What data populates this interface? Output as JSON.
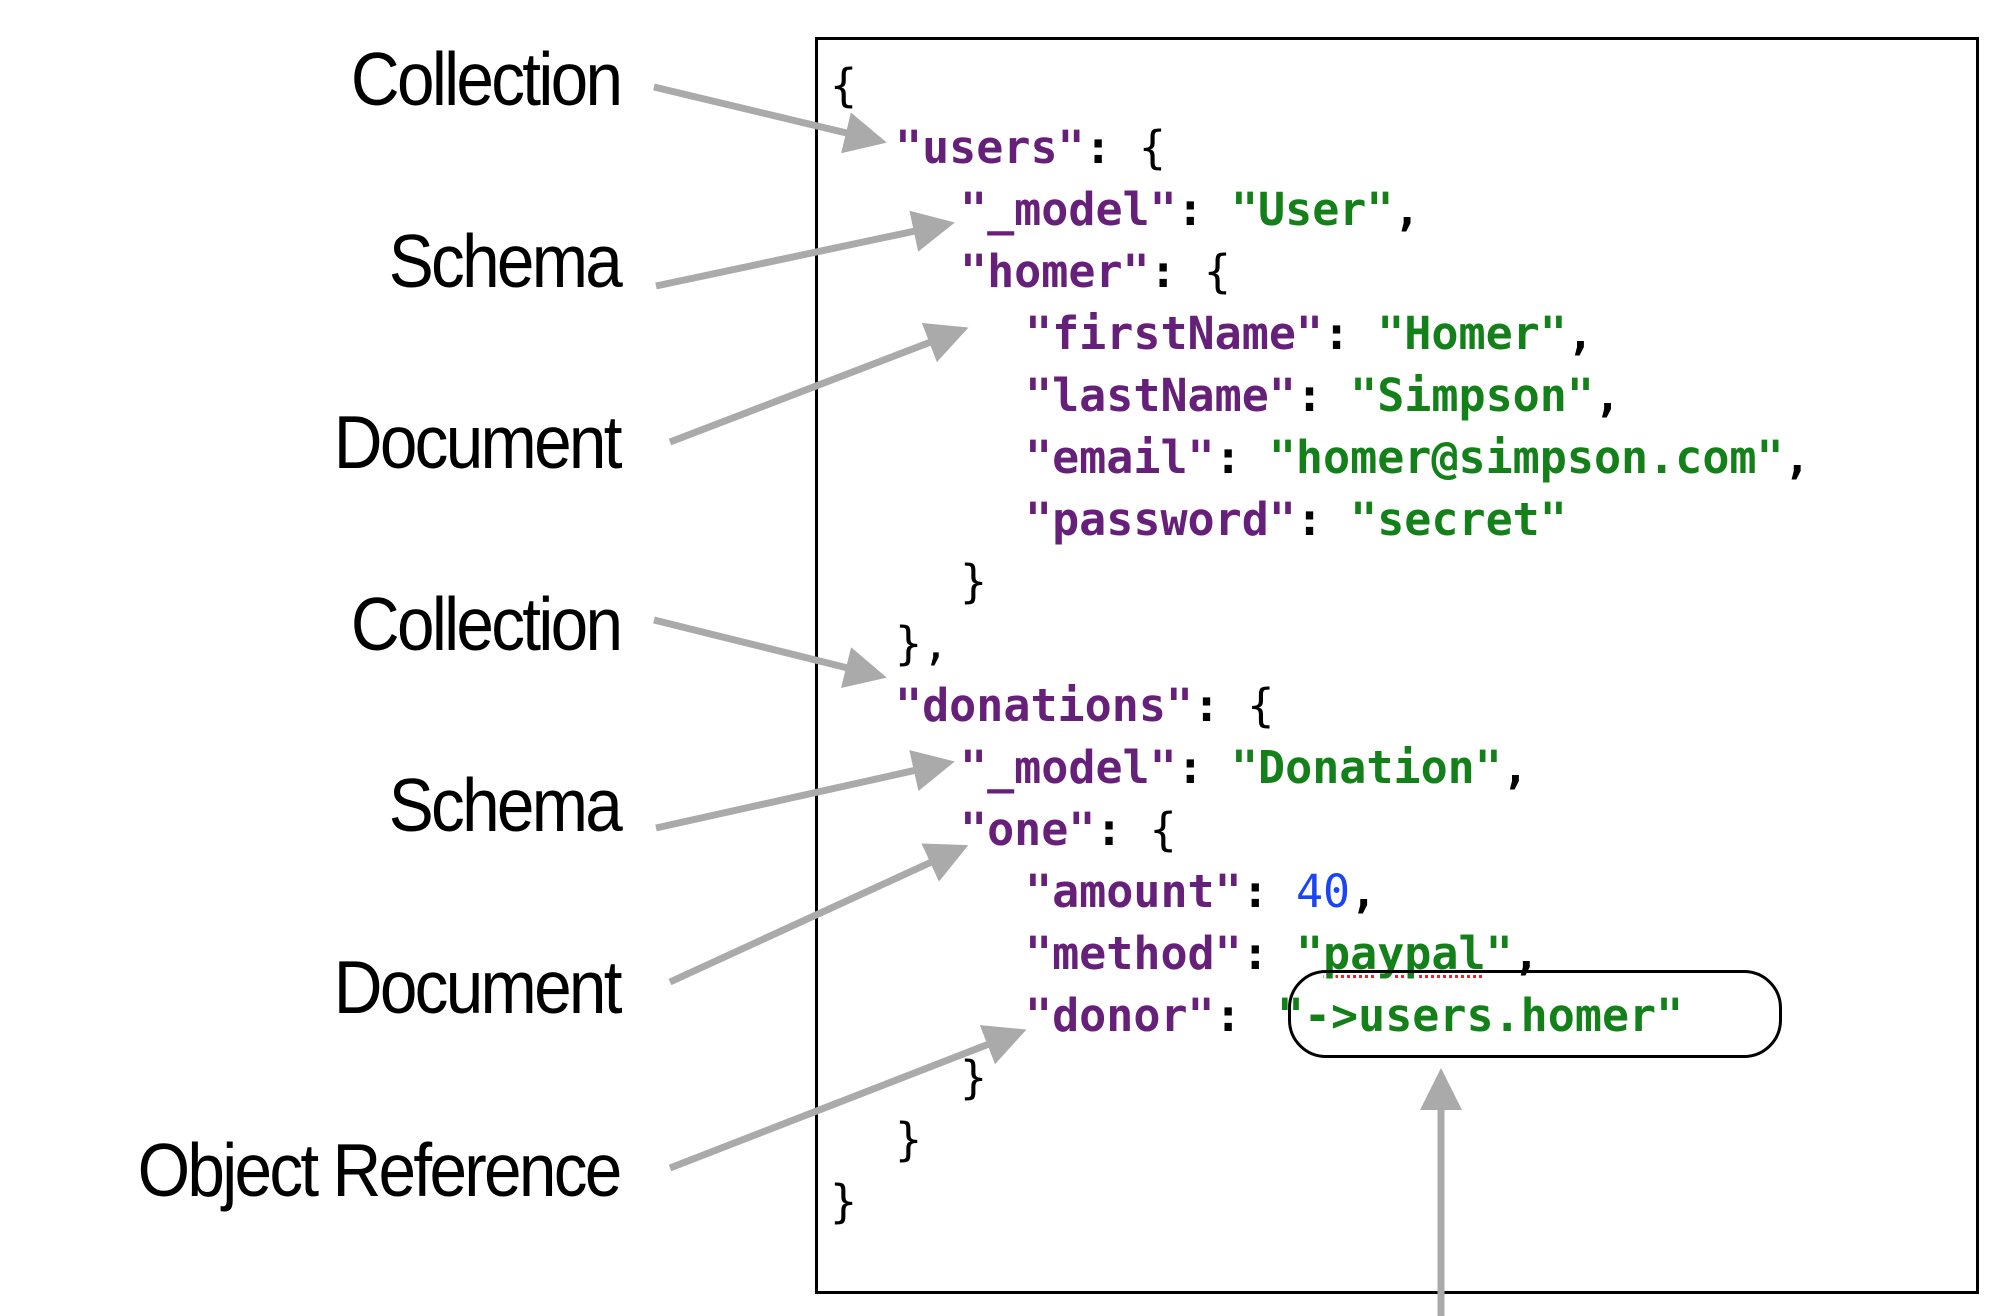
{
  "labels": [
    {
      "id": "collection-users",
      "text": "Collection"
    },
    {
      "id": "schema-user",
      "text": "Schema"
    },
    {
      "id": "document-homer",
      "text": "Document"
    },
    {
      "id": "collection-donations",
      "text": "Collection"
    },
    {
      "id": "schema-donation",
      "text": "Schema"
    },
    {
      "id": "document-one",
      "text": "Document"
    },
    {
      "id": "object-reference",
      "text": "Object Reference"
    }
  ],
  "code": {
    "open_root": "{",
    "users_key": "\"users\"",
    "users_model_key": "\"_model\"",
    "users_model_value": "\"User\"",
    "homer_key": "\"homer\"",
    "firstName_key": "\"firstName\"",
    "firstName_value": "\"Homer\"",
    "lastName_key": "\"lastName\"",
    "lastName_value": "\"Simpson\"",
    "email_key": "\"email\"",
    "email_value": "\"homer@simpson.com\"",
    "password_key": "\"password\"",
    "password_value": "\"secret\"",
    "close_homer": "}",
    "close_users": "},",
    "donations_key": "\"donations\"",
    "donations_model_key": "\"_model\"",
    "donations_model_value": "\"Donation\"",
    "one_key": "\"one\"",
    "amount_key": "\"amount\"",
    "amount_value": "40",
    "method_key": "\"method\"",
    "method_value_open": "\"",
    "method_value_word": "paypal",
    "method_value_close": "\"",
    "donor_key": "\"donor\"",
    "donor_value": "\"->users.homer\"",
    "close_one": "}",
    "close_donations": "}",
    "close_root": "}",
    "colon": ": ",
    "comma": ",",
    "open_brace": "{"
  },
  "colors": {
    "key": "#66207a",
    "string": "#14801a",
    "number": "#1a44f5",
    "arrow": "#aaaaaa",
    "spellcheck": "#e22222"
  }
}
